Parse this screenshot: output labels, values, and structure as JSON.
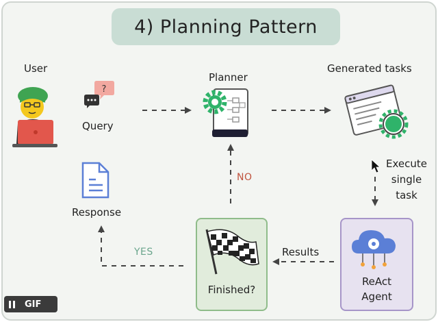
{
  "title": "4) Planning Pattern",
  "nodes": {
    "user": "User",
    "query": "Query",
    "planner": "Planner",
    "generated_tasks": "Generated tasks",
    "execute_lines": [
      "Execute",
      "single",
      "task"
    ],
    "react_agent_lines": [
      "ReAct",
      "Agent"
    ],
    "finished": "Finished?",
    "response": "Response"
  },
  "edges": {
    "no": "NO",
    "yes": "YES",
    "results": "Results"
  },
  "query_bubble_mark": "?",
  "player": {
    "gif_label": "GIF"
  },
  "colors": {
    "title_pill": "#c9ddd4",
    "no_label": "#c0533e",
    "yes_label": "#6aa58c",
    "finished_box": "#e1ecdc",
    "agent_box": "#e7e2f0",
    "gear_green": "#2fb36a"
  }
}
